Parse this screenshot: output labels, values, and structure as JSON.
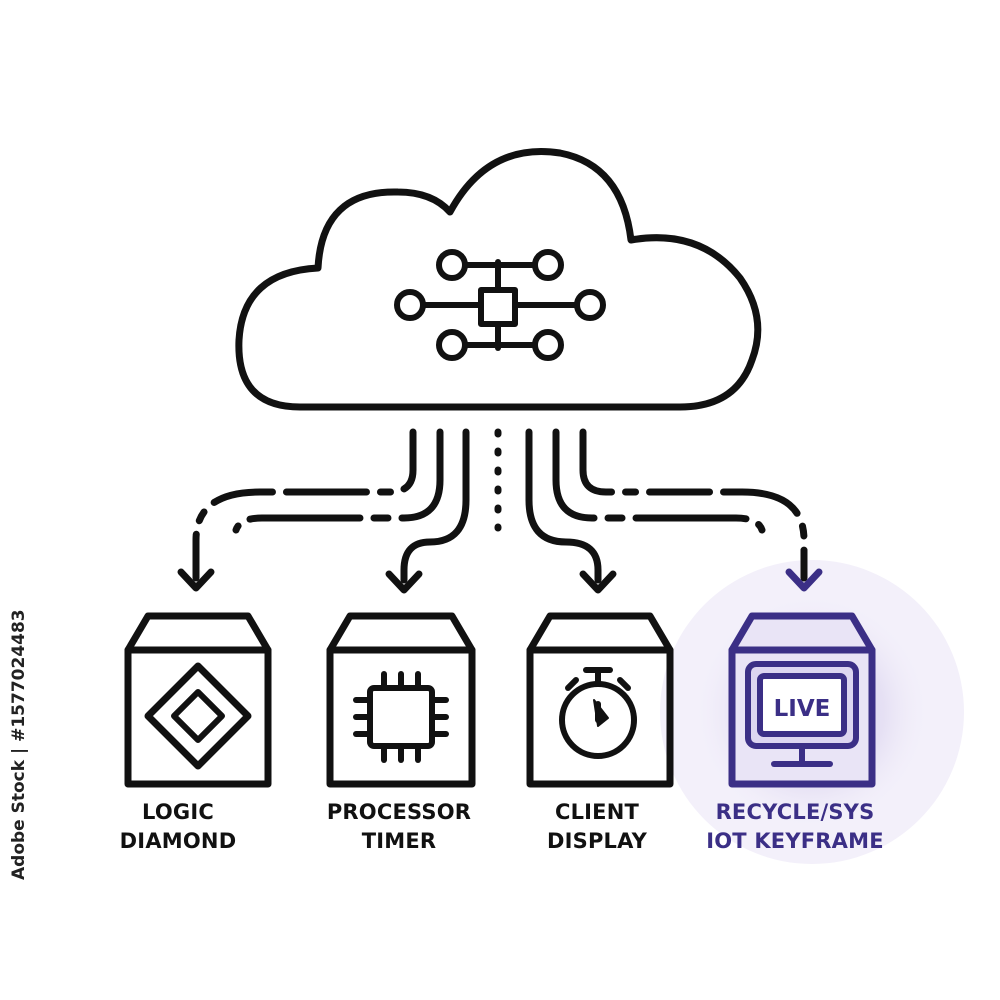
{
  "diagram": {
    "nodes": [
      {
        "line1": "LOGIC",
        "line2": "DIAMOND",
        "icon": "diamond-icon",
        "highlighted": false
      },
      {
        "line1": "PROCESSOR",
        "line2": "TIMER",
        "icon": "cpu-chip-icon",
        "highlighted": false
      },
      {
        "line1": "CLIENT",
        "line2": "DISPLAY",
        "icon": "stopwatch-icon",
        "highlighted": false
      },
      {
        "line1": "RECYCLE/SYS",
        "line2": "IOT KEYFRAME",
        "icon": "monitor-icon",
        "highlighted": true
      }
    ],
    "monitor_screen_text": "LIVE",
    "cloud_icon": "cloud-network-icon"
  },
  "watermark": {
    "stock_id": "Adobe Stock | #1577024483"
  },
  "colors": {
    "stroke": "#111111",
    "highlight_stroke": "#3b2f86",
    "highlight_fill": "#ece8f6",
    "background": "#ffffff"
  }
}
